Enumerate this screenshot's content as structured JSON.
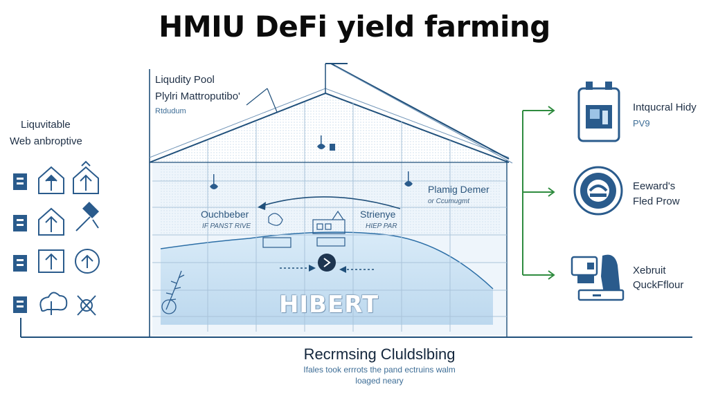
{
  "title": "HMIU DeFi yield farming",
  "pool_label": {
    "line1": "Liqudity Pool",
    "line2": "Plylri Mattroputibo'",
    "line3": "Rtdudum"
  },
  "left_label": {
    "line1": "Liquvitable",
    "line2": "Web anbroptive"
  },
  "inner_left": {
    "title": "Ouchbeber",
    "sub": "IF PANST RIVE"
  },
  "inner_center": {
    "title": "Strienye",
    "sub": "HIEP PAR"
  },
  "inner_right": {
    "title": "Plamig Demer",
    "sub": "or Ccumugmt"
  },
  "hibert_text": "HIBERT",
  "right_items": [
    {
      "line1": "Intqucral Hidy",
      "line2": "PV9",
      "icon": "device-icon"
    },
    {
      "line1": "Eeward's",
      "line2": "Fled Prow",
      "icon": "reward-coin-icon"
    },
    {
      "line1": "Xebruit",
      "line2": "QuckFflour",
      "icon": "machine-icon"
    }
  ],
  "left_icons": [
    [
      "document-icon",
      "home-up-icon",
      "house-up-icon"
    ],
    [
      "document-icon",
      "home-up-icon",
      "hammer-icon"
    ],
    [
      "document-icon",
      "home-up-icon",
      "circle-up-icon"
    ],
    [
      "document-icon",
      "cloud-tree-icon",
      "crossed-tools-icon"
    ]
  ],
  "bottom": {
    "title": "Recrmsing Cluldslbing",
    "sub1": "Ifales took errrots the pand ectruins walm",
    "sub2": "loaged neary"
  },
  "colors": {
    "line_blue": "#1f4f7a",
    "light_blue": "#cfe3f4",
    "arrow_green": "#2e8b3e",
    "icon_blue": "#2a5b8c"
  }
}
